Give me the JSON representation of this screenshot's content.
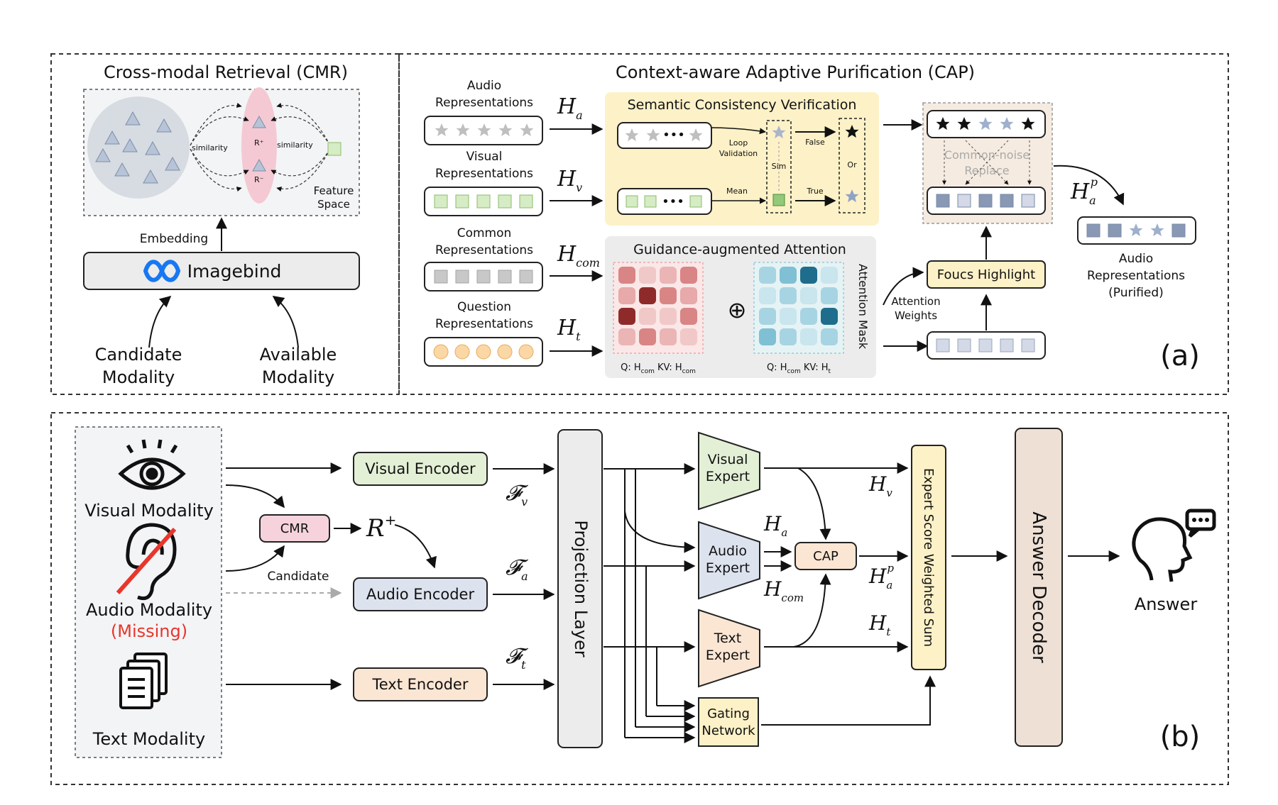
{
  "cmr": {
    "title": "Cross-modal Retrieval (CMR)",
    "similarity_left": "similarity",
    "similarity_right": "similarity",
    "r_plus": "R⁺",
    "r_minus": "R⁻",
    "feature_space_1": "Feature",
    "feature_space_2": "Space",
    "embedding": "Embedding",
    "imagebind": "Imagebind",
    "candidate_1": "Candidate",
    "candidate_2": "Modality",
    "available_1": "Available",
    "available_2": "Modality"
  },
  "cap": {
    "title": "Context-aware Adaptive Purification (CAP)",
    "audio_rep_1": "Audio",
    "audio_rep_2": "Representations",
    "visual_rep_1": "Visual",
    "visual_rep_2": "Representations",
    "common_rep_1": "Common",
    "common_rep_2": "Representations",
    "question_rep_1": "Question",
    "question_rep_2": "Representations",
    "h_a": "H",
    "h_a_sub": "a",
    "h_v": "H",
    "h_v_sub": "v",
    "h_com": "H",
    "h_com_sub": "com",
    "h_t": "H",
    "h_t_sub": "t",
    "scv_title": "Semantic Consistency Verification",
    "loop_1": "Loop",
    "loop_2": "Validation",
    "sim": "Sim",
    "mean": "Mean",
    "false": "False",
    "true": "True",
    "or": "Or",
    "common_noise_1": "Common-noise",
    "common_noise_2": "Replace",
    "gaa_title": "Guidance-augmented Attention",
    "q1": "Q: H",
    "q1_sub": "com",
    "kv1": " KV: H",
    "kv1_sub": "com",
    "q2": "Q: H",
    "q2_sub": "com",
    "kv2": " KV: H",
    "kv2_sub": "t",
    "attention_mask": "Attention Mask",
    "attn_weights_1": "Attention",
    "attn_weights_2": "Weights",
    "focus_highlight": "Foucs Highlight",
    "hap": "H",
    "hap_sub": "a",
    "hap_sup": "p",
    "purified_1": "Audio",
    "purified_2": "Representations",
    "purified_3": "(Purified)",
    "panel_label": "(a)"
  },
  "pipeline": {
    "visual_modality": "Visual Modality",
    "audio_modality": "Audio Modality",
    "missing": "(Missing)",
    "text_modality": "Text Modality",
    "cmr_box": "CMR",
    "r_plus": "R",
    "r_plus_sup": "+",
    "candidate": "Candidate",
    "visual_encoder": "Visual Encoder",
    "audio_encoder": "Audio Encoder",
    "text_encoder": "Text Encoder",
    "f_v": "𝓕",
    "f_v_sub": "v",
    "f_a": "𝓕",
    "f_a_sub": "a",
    "f_t": "𝓕",
    "f_t_sub": "t",
    "projection_layer": "Projection Layer",
    "visual_expert_1": "Visual",
    "visual_expert_2": "Expert",
    "audio_expert_1": "Audio",
    "audio_expert_2": "Expert",
    "text_expert_1": "Text",
    "text_expert_2": "Expert",
    "gating_1": "Gating",
    "gating_2": "Network",
    "cap_box": "CAP",
    "h_v": "H",
    "h_v_sub": "v",
    "h_a": "H",
    "h_a_sub": "a",
    "h_com": "H",
    "h_com_sub": "com",
    "h_ap": "H",
    "h_ap_sub": "a",
    "h_ap_sup": "p",
    "h_t": "H",
    "h_t_sub": "t",
    "weighted_sum": "Expert Score Weighted Sum",
    "answer_decoder": "Answer Decoder",
    "answer": "Answer",
    "panel_label": "(b)"
  },
  "colors": {
    "green_box": "#e3f0d6",
    "blue_box": "#dde3ee",
    "peach_box": "#fbe6d3",
    "pink_box": "#f6d3dc",
    "yellow_panel": "#fdf1c7",
    "grey_panel": "#ececec",
    "projection_fill": "#ececec",
    "decoder_fill": "#eee0d5",
    "weighted_sum_fill": "#fdf1c7",
    "missing_red": "#e8362b",
    "heat_red_dark": "#8e2b2a",
    "heat_teal_dark": "#1f6d8c"
  }
}
